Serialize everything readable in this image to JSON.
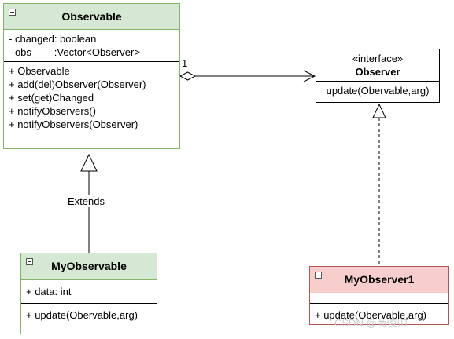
{
  "observable": {
    "name": "Observable",
    "attributes": [
      "- changed: boolean",
      "- obs        :Vector<Observer>"
    ],
    "methods": [
      "+ Observable",
      "+ add(del)Observer(Observer)",
      "+ set(get)Changed",
      "+ notifyObservers()",
      "+ notifyObservers(Observer)"
    ],
    "header_color": "#d5e8d4",
    "border_color": "#82b366"
  },
  "observer": {
    "stereotype": "«interface»",
    "name": "Observer",
    "methods": [
      "update(Obervable,arg)"
    ]
  },
  "my_observable": {
    "name": "MyObservable",
    "attributes": [
      "+ data: int"
    ],
    "methods": [
      "+ update(Obervable,arg)"
    ],
    "header_color": "#d5e8d4"
  },
  "my_observer1": {
    "name": "MyObserver1",
    "attributes": [],
    "methods": [
      "+ update(Obervable,arg)"
    ],
    "header_color": "#f8cecc",
    "border_color": "#b85450"
  },
  "edges": {
    "extends_label": "Extends",
    "multiplicity": "1"
  },
  "watermark": "CSDN @商俊帅"
}
